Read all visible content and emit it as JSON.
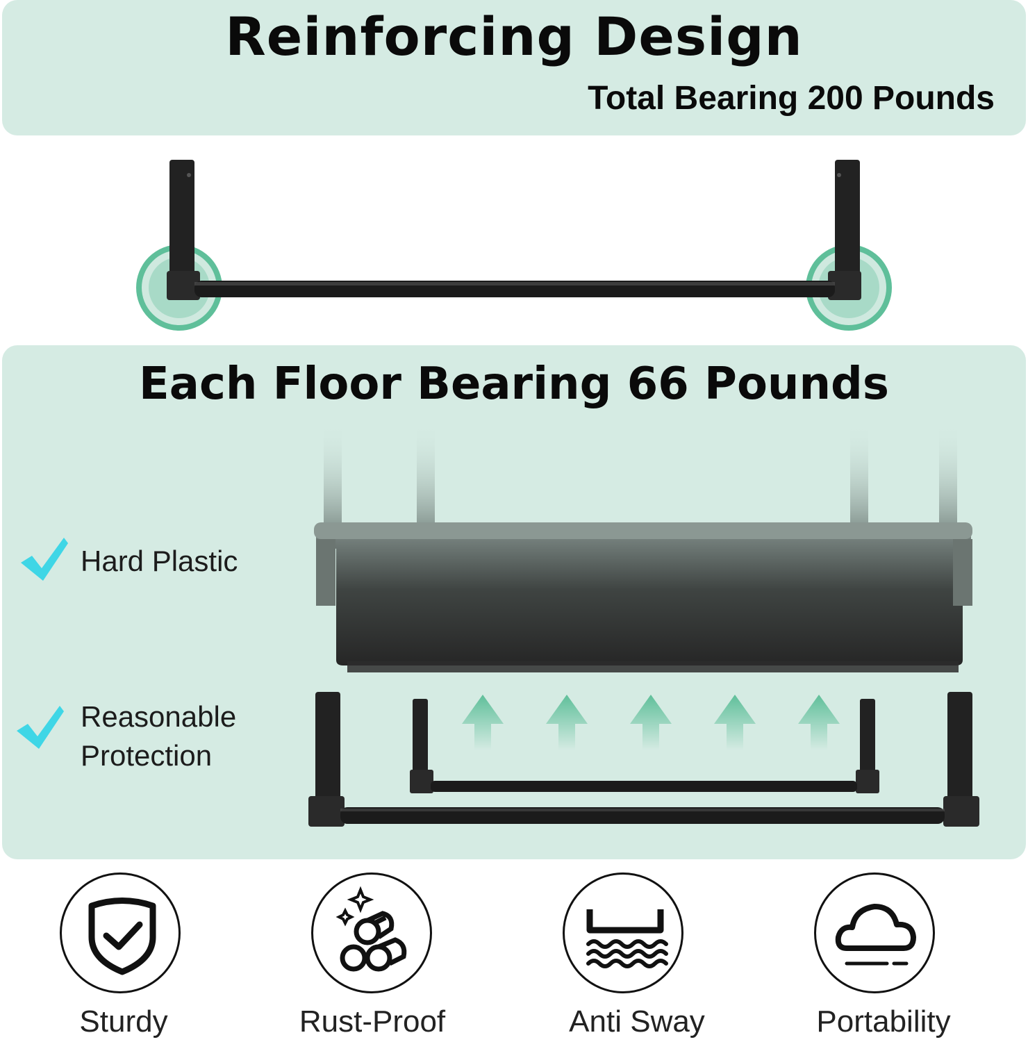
{
  "header": {
    "title": "Reinforcing Design",
    "subtitle": "Total Bearing 200 Pounds"
  },
  "floor": {
    "title": "Each Floor Bearing 66 Pounds"
  },
  "features": [
    {
      "label": "Hard Plastic",
      "icon": "check-icon"
    },
    {
      "label": "Reasonable Protection",
      "icon": "check-icon"
    }
  ],
  "badges": [
    {
      "label": "Sturdy",
      "icon": "shield-check-icon"
    },
    {
      "label": "Rust-Proof",
      "icon": "rods-sparkle-icon"
    },
    {
      "label": "Anti Sway",
      "icon": "stable-waves-icon"
    },
    {
      "label": "Portability",
      "icon": "cloud-icon"
    }
  ],
  "colors": {
    "panel": "#d5ebe3",
    "accent_green": "#5fbf9a",
    "check_cyan": "#3fd6e6",
    "text": "#0a0a0a"
  }
}
